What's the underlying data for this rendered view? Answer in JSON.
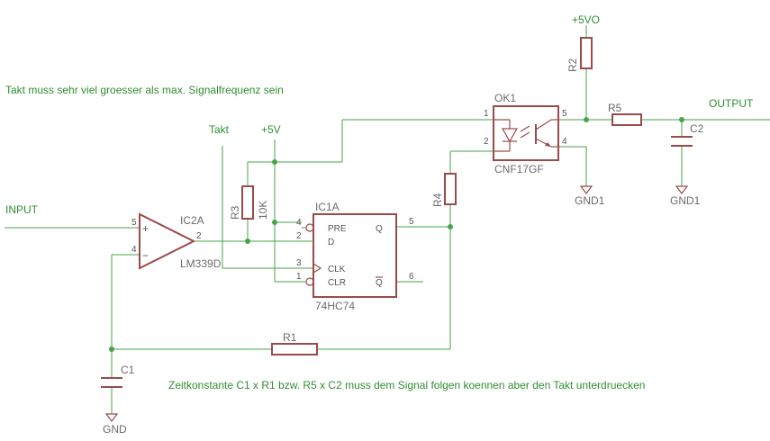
{
  "notes": {
    "clock_note": "Takt muss sehr viel groesser als max. Signalfrequenz sein",
    "time_constant_note": "Zeitkonstante C1 x R1 bzw. R5 x C2 muss dem Signal folgen koennen aber den Takt unterdruecken"
  },
  "nets": {
    "input": "INPUT",
    "output": "OUTPUT",
    "clock": "Takt",
    "vcc": "+5V",
    "vcc_out": "+5VO",
    "gnd": "GND",
    "gnd1_a": "GND1",
    "gnd1_b": "GND1"
  },
  "comparator": {
    "name": "IC2A",
    "value": "LM339D",
    "pin_plus": "5",
    "pin_minus": "4",
    "pin_out": "2",
    "plus_sign": "+",
    "minus_sign": "−"
  },
  "flipflop": {
    "name": "IC1A",
    "value": "74HC74",
    "pin_pre": "PRE",
    "pin_d": "D",
    "pin_clk": "CLK",
    "pin_clr": "CLR",
    "pin_q": "Q",
    "pin_qn": "Q",
    "num_pre": "4",
    "num_d": "2",
    "num_clk": "3",
    "num_clr": "1",
    "num_q": "5",
    "num_qn": "6"
  },
  "optocoupler": {
    "name": "OK1",
    "value": "CNF17GF",
    "pin1": "1",
    "pin2": "2",
    "pin4": "4",
    "pin5": "5"
  },
  "resistors": {
    "r1": "R1",
    "r2": "R2",
    "r3": "R3",
    "r3_value": "10K",
    "r4": "R4",
    "r5": "R5"
  },
  "capacitors": {
    "c1": "C1",
    "c2": "C2"
  }
}
